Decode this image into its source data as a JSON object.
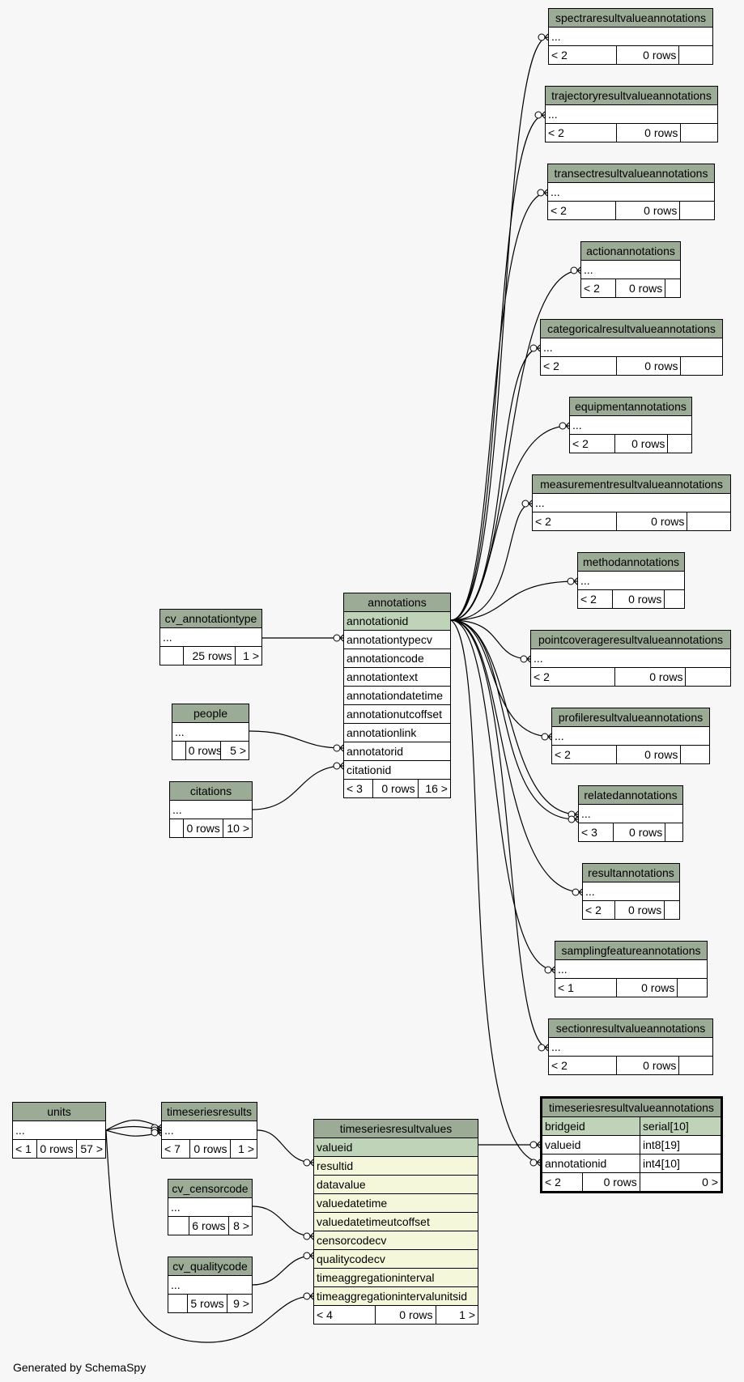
{
  "colors": {
    "header": "#9bab96",
    "primary_key": "#bfd3b8",
    "excluded": "#f4f7d9",
    "background": "#f7f7f7"
  },
  "tables": [
    {
      "id": "spectraresultvalueannotations",
      "title": "spectraresultvalueannotations",
      "rows": [
        {
          "name": "..."
        }
      ],
      "footer": [
        "< 2",
        "0 rows",
        ""
      ]
    },
    {
      "id": "trajectoryresultvalueannotations",
      "title": "trajectoryresultvalueannotations",
      "rows": [
        {
          "name": "..."
        }
      ],
      "footer": [
        "< 2",
        "0 rows",
        ""
      ]
    },
    {
      "id": "transectresultvalueannotations",
      "title": "transectresultvalueannotations",
      "rows": [
        {
          "name": "..."
        }
      ],
      "footer": [
        "< 2",
        "0 rows",
        ""
      ]
    },
    {
      "id": "actionannotations",
      "title": "actionannotations",
      "rows": [
        {
          "name": "..."
        }
      ],
      "footer": [
        "< 2",
        "0 rows",
        ""
      ]
    },
    {
      "id": "categoricalresultvalueannotations",
      "title": "categoricalresultvalueannotations",
      "rows": [
        {
          "name": "..."
        }
      ],
      "footer": [
        "< 2",
        "0 rows",
        ""
      ]
    },
    {
      "id": "equipmentannotations",
      "title": "equipmentannotations",
      "rows": [
        {
          "name": "..."
        }
      ],
      "footer": [
        "< 2",
        "0 rows",
        ""
      ]
    },
    {
      "id": "measurementresultvalueannotations",
      "title": "measurementresultvalueannotations",
      "rows": [
        {
          "name": "..."
        }
      ],
      "footer": [
        "< 2",
        "0 rows",
        ""
      ]
    },
    {
      "id": "methodannotations",
      "title": "methodannotations",
      "rows": [
        {
          "name": "..."
        }
      ],
      "footer": [
        "< 2",
        "0 rows",
        ""
      ]
    },
    {
      "id": "pointcoverageresultvalueannotations",
      "title": "pointcoverageresultvalueannotations",
      "rows": [
        {
          "name": "..."
        }
      ],
      "footer": [
        "< 2",
        "0 rows",
        ""
      ]
    },
    {
      "id": "profileresultvalueannotations",
      "title": "profileresultvalueannotations",
      "rows": [
        {
          "name": "..."
        }
      ],
      "footer": [
        "< 2",
        "0 rows",
        ""
      ]
    },
    {
      "id": "relatedannotations",
      "title": "relatedannotations",
      "rows": [
        {
          "name": "..."
        }
      ],
      "footer": [
        "< 3",
        "0 rows",
        ""
      ]
    },
    {
      "id": "resultannotations",
      "title": "resultannotations",
      "rows": [
        {
          "name": "..."
        }
      ],
      "footer": [
        "< 2",
        "0 rows",
        ""
      ]
    },
    {
      "id": "samplingfeatureannotations",
      "title": "samplingfeatureannotations",
      "rows": [
        {
          "name": "..."
        }
      ],
      "footer": [
        "< 1",
        "0 rows",
        ""
      ]
    },
    {
      "id": "sectionresultvalueannotations",
      "title": "sectionresultvalueannotations",
      "rows": [
        {
          "name": "..."
        }
      ],
      "footer": [
        "< 2",
        "0 rows",
        ""
      ]
    },
    {
      "id": "timeseriesresultvalueannotations",
      "title": "timeseriesresultvalueannotations",
      "focus": true,
      "rows": [
        {
          "name": "bridgeid",
          "type": "serial[10]",
          "pk": true
        },
        {
          "name": "valueid",
          "type": "int8[19]"
        },
        {
          "name": "annotationid",
          "type": "int4[10]"
        }
      ],
      "footer": [
        "< 2",
        "0 rows",
        "0 >"
      ]
    },
    {
      "id": "annotations",
      "title": "annotations",
      "rows": [
        {
          "name": "annotationid",
          "pk": true
        },
        {
          "name": "annotationtypecv"
        },
        {
          "name": "annotationcode"
        },
        {
          "name": "annotationtext"
        },
        {
          "name": "annotationdatetime"
        },
        {
          "name": "annotationutcoffset"
        },
        {
          "name": "annotationlink"
        },
        {
          "name": "annotatorid"
        },
        {
          "name": "citationid"
        }
      ],
      "footer": [
        "< 3",
        "0 rows",
        "16 >"
      ]
    },
    {
      "id": "cv_annotationtype",
      "title": "cv_annotationtype",
      "rows": [
        {
          "name": "..."
        }
      ],
      "footer": [
        "",
        "25 rows",
        "1 >"
      ]
    },
    {
      "id": "people",
      "title": "people",
      "rows": [
        {
          "name": "..."
        }
      ],
      "footer": [
        "",
        "0 rows",
        "5 >"
      ]
    },
    {
      "id": "citations",
      "title": "citations",
      "rows": [
        {
          "name": "..."
        }
      ],
      "footer": [
        "",
        "0 rows",
        "10 >"
      ]
    },
    {
      "id": "units",
      "title": "units",
      "rows": [
        {
          "name": "..."
        }
      ],
      "footer": [
        "< 1",
        "0 rows",
        "57 >"
      ]
    },
    {
      "id": "timeseriesresults",
      "title": "timeseriesresults",
      "rows": [
        {
          "name": "..."
        }
      ],
      "footer": [
        "< 7",
        "0 rows",
        "1 >"
      ]
    },
    {
      "id": "timeseriesresultvalues",
      "title": "timeseriesresultvalues",
      "rows": [
        {
          "name": "valueid",
          "pk": true
        },
        {
          "name": "resultid",
          "ex": true
        },
        {
          "name": "datavalue",
          "ex": true
        },
        {
          "name": "valuedatetime",
          "ex": true
        },
        {
          "name": "valuedatetimeutcoffset",
          "ex": true
        },
        {
          "name": "censorcodecv",
          "ex": true
        },
        {
          "name": "qualitycodecv",
          "ex": true
        },
        {
          "name": "timeaggregationinterval",
          "ex": true
        },
        {
          "name": "timeaggregationintervalunitsid",
          "ex": true
        }
      ],
      "footer": [
        "< 4",
        "0 rows",
        "1 >"
      ]
    },
    {
      "id": "cv_censorcode",
      "title": "cv_censorcode",
      "rows": [
        {
          "name": "..."
        }
      ],
      "footer": [
        "",
        "6 rows",
        "8 >"
      ]
    },
    {
      "id": "cv_qualitycode",
      "title": "cv_qualitycode",
      "rows": [
        {
          "name": "..."
        }
      ],
      "footer": [
        "",
        "5 rows",
        "9 >"
      ]
    }
  ],
  "footer_text": "Generated by SchemaSpy"
}
